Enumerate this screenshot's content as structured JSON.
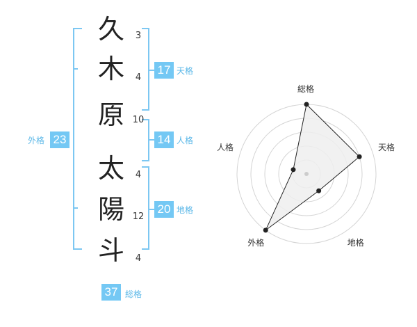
{
  "name": {
    "characters": [
      {
        "char": "久",
        "strokes": "3"
      },
      {
        "char": "木",
        "strokes": "4"
      },
      {
        "char": "原",
        "strokes": "10"
      },
      {
        "char": "太",
        "strokes": "4"
      },
      {
        "char": "陽",
        "strokes": "12"
      },
      {
        "char": "斗",
        "strokes": "4"
      }
    ]
  },
  "fortunes": {
    "tenkaku": {
      "label": "天格",
      "value": "17"
    },
    "jinkaku": {
      "label": "人格",
      "value": "14"
    },
    "chikaku": {
      "label": "地格",
      "value": "20"
    },
    "gaikaku": {
      "label": "外格",
      "value": "23"
    },
    "soukaku": {
      "label": "総格",
      "value": "37"
    }
  },
  "colors": {
    "accent": "#74c8f4",
    "bracket": "#7cc7f2",
    "radar_fill": "#eeeeee",
    "radar_line": "#222222"
  },
  "chart_data": {
    "type": "radar",
    "axes": [
      "総格",
      "天格",
      "地格",
      "外格",
      "人格"
    ],
    "rings": 5,
    "values": [
      5,
      4,
      1.5,
      5,
      1
    ],
    "max": 5
  }
}
